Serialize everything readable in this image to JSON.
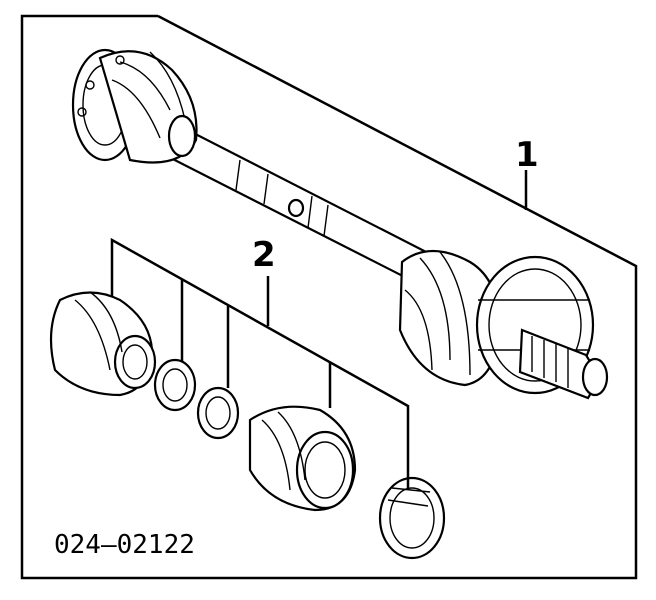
{
  "diagram": {
    "callouts": [
      {
        "number": "1",
        "target": "drive-shaft-assembly"
      },
      {
        "number": "2",
        "target": "repair-kit-parts"
      }
    ],
    "reference_code": "024–02122"
  }
}
